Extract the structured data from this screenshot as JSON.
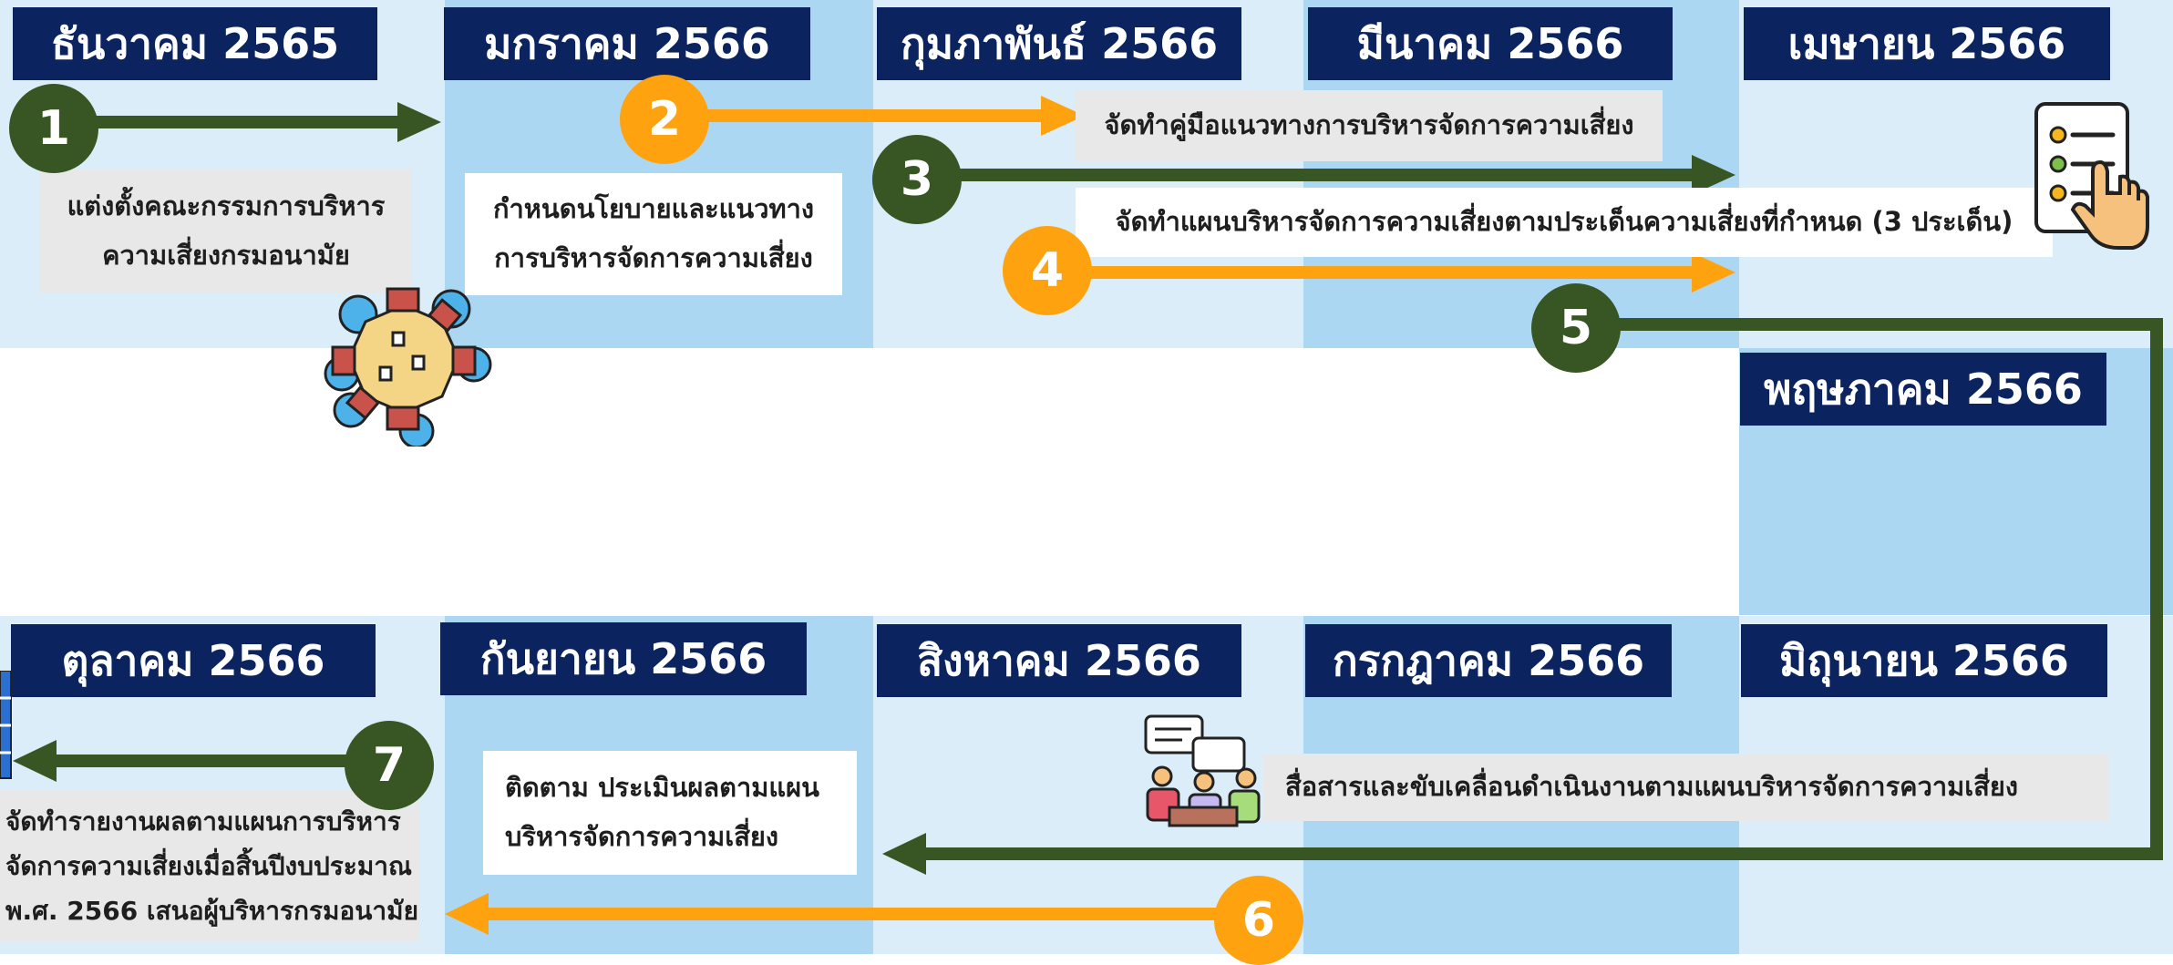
{
  "colors": {
    "green": "#375623",
    "orange": "#ffa20f",
    "navy": "#0b2460",
    "column_light": "#daedf8",
    "column_dark": "#acd7f2",
    "box_grey": "#e8e8e8"
  },
  "months": {
    "dec_2565": "ธันวาคม 2565",
    "jan_2566": "มกราคม 2566",
    "feb_2566": "กุมภาพันธ์ 2566",
    "mar_2566": "มีนาคม 2566",
    "apr_2566": "เมษายน 2566",
    "may_2566": "พฤษภาคม 2566",
    "jun_2566": "มิถุนายน 2566",
    "jul_2566": "กรกฎาคม 2566",
    "aug_2566": "สิงหาคม 2566",
    "sep_2566": "กันยายน 2566",
    "oct_2566": "ตุลาคม 2566"
  },
  "steps": [
    {
      "number": "1",
      "lines": [
        "แต่งตั้งคณะกรรมการบริหาร",
        "ความเสี่ยงกรมอนามัย"
      ]
    },
    {
      "number": "2",
      "lines": [
        "กำหนดนโยบายและแนวทาง",
        "การบริหารจัดการความเสี่ยง"
      ]
    },
    {
      "number": "3",
      "lines": [
        "จัดทำคู่มือแนวทางการบริหารจัดการความเสี่ยง"
      ]
    },
    {
      "number": "4",
      "lines": [
        "จัดทำแผนบริหารจัดการความเสี่ยงตามประเด็นความเสี่ยงที่กำหนด (3 ประเด็น)"
      ]
    },
    {
      "number": "5",
      "lines": [
        "สื่อสารและขับเคลื่อนดำเนินงานตามแผนบริหารจัดการความเสี่ยง"
      ]
    },
    {
      "number": "6",
      "lines": [
        "ติดตาม ประเมินผลตามแผน",
        "บริหารจัดการความเสี่ยง"
      ]
    },
    {
      "number": "7",
      "lines": [
        "จัดทำรายงานผลตามแผนการบริหาร",
        "จัดการความเสี่ยงเมื่อสิ้นปีงบประมาณ",
        "พ.ศ. 2566 เสนอผู้บริหารกรมอนามัย"
      ]
    }
  ],
  "icons": [
    "meeting-table-icon",
    "checklist-hand-icon",
    "team-discussion-icon",
    "document-stack-icon"
  ]
}
